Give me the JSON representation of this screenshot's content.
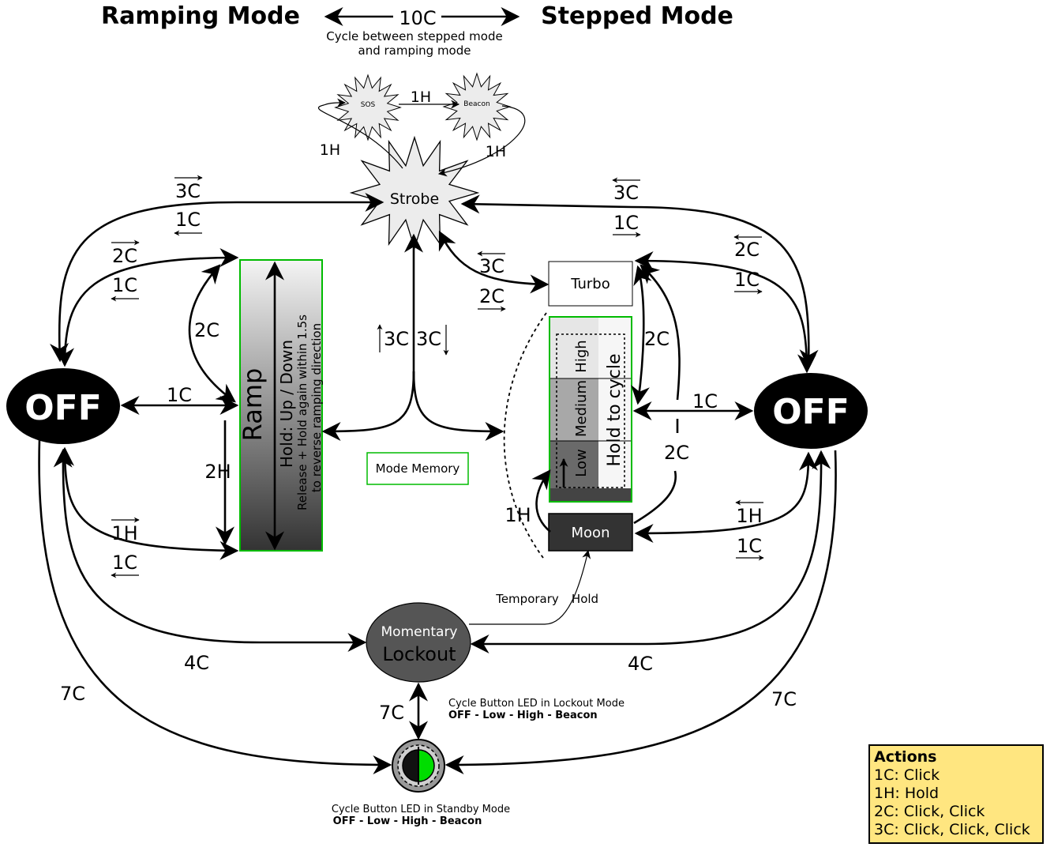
{
  "titles": {
    "ramping": "Ramping Mode",
    "stepped": "Stepped Mode"
  },
  "toggle": {
    "label": "10C",
    "caption_line1": "Cycle between stepped mode",
    "caption_line2": "and ramping mode"
  },
  "nodes": {
    "off": "OFF",
    "strobe": "Strobe",
    "sos": "SOS",
    "beacon": "Beacon",
    "ramp": "Ramp",
    "ramp_hold": "Hold: Up / Down",
    "ramp_release_1": "Release + Hold again within 1.5s",
    "ramp_release_2": "to reverse ramping direction",
    "turbo": "Turbo",
    "high": "High",
    "medium": "Medium",
    "low": "Low",
    "hold_to_cycle": "Hold to cycle",
    "moon": "Moon",
    "mode_memory": "Mode Memory",
    "momentary": "Momentary",
    "lockout": "Lockout"
  },
  "edge_labels": {
    "c1": "1C",
    "c2": "2C",
    "c3": "3C",
    "h1": "1H",
    "h2": "2H",
    "c4": "4C",
    "c7": "7C",
    "temporary": "Temporary",
    "hold": "Hold"
  },
  "led": {
    "lockout_title": "Cycle Button LED in Lockout Mode",
    "lockout_seq": "OFF - Low - High - Beacon",
    "standby_title": "Cycle Button LED in Standby Mode",
    "standby_seq": "OFF - Low - High - Beacon"
  },
  "legend": {
    "title": "Actions",
    "items": [
      "1C: Click",
      "1H: Hold",
      "2C: Click, Click",
      "3C: Click, Click, Click"
    ]
  },
  "colors": {
    "green": "#00cc00",
    "node_dark": "#333333",
    "lockout_fill": "#555555",
    "legend_bg": "#ffe680"
  }
}
